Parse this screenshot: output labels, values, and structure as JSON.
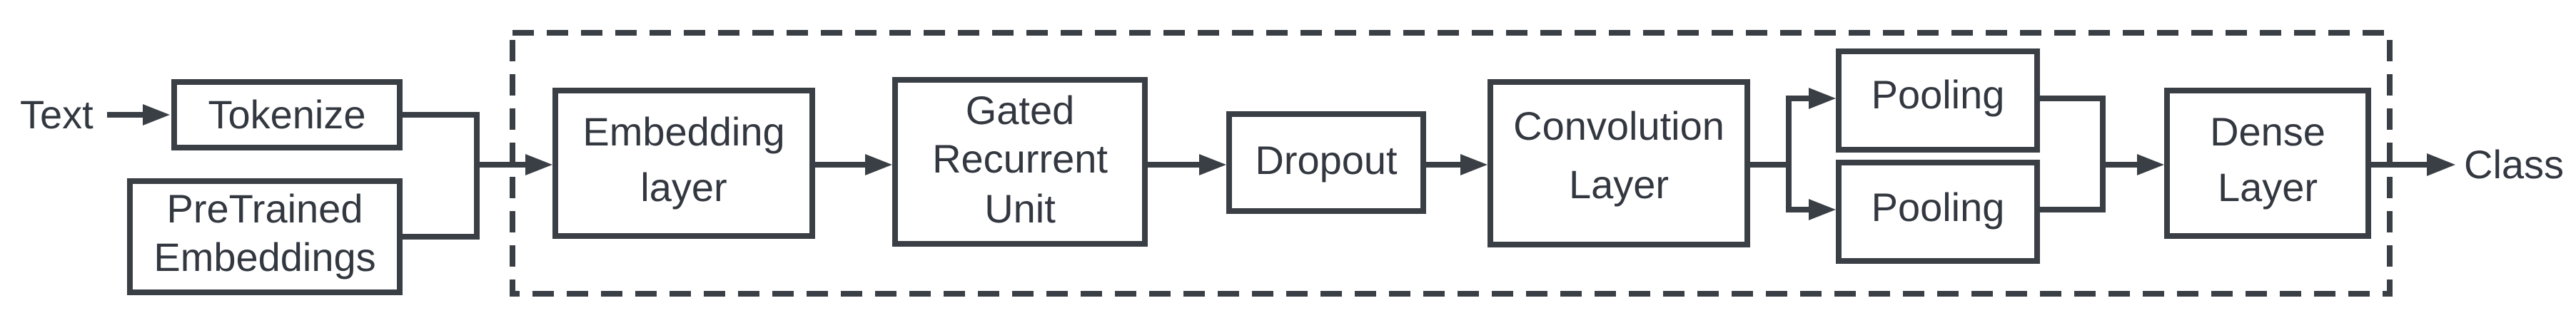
{
  "diagram": {
    "input_label": "Text",
    "output_label": "Class",
    "nodes": {
      "tokenize": {
        "lines": [
          "Tokenize"
        ]
      },
      "pretrained": {
        "lines": [
          "PreTrained",
          "Embeddings"
        ]
      },
      "embedding": {
        "lines": [
          "Embedding",
          "layer"
        ]
      },
      "gru": {
        "lines": [
          "Gated",
          "Recurrent",
          "Unit"
        ]
      },
      "dropout": {
        "lines": [
          "Dropout"
        ]
      },
      "convolution": {
        "lines": [
          "Convolution",
          "Layer"
        ]
      },
      "pooling_top": {
        "lines": [
          "Pooling"
        ]
      },
      "pooling_bottom": {
        "lines": [
          "Pooling"
        ]
      },
      "dense": {
        "lines": [
          "Dense",
          "Layer"
        ]
      }
    },
    "colors": {
      "stroke": "#3a3f45",
      "text": "#333840",
      "background": "#ffffff"
    }
  }
}
